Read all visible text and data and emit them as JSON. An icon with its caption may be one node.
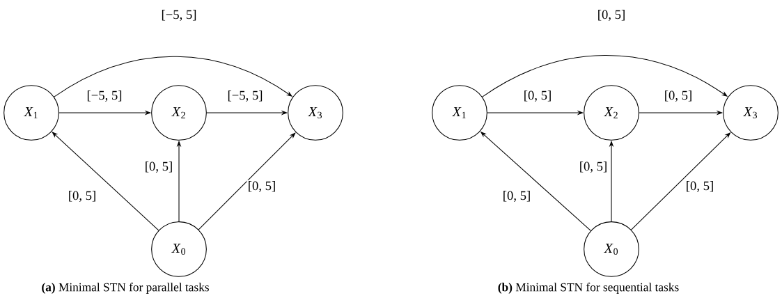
{
  "diagram": {
    "nodes": [
      {
        "text": [
          "*X*$_{1}$"
        ]
      },
      {
        "text": [
          "*X*$_{2}$"
        ]
      },
      {
        "text": [
          "*X*$_{3}$"
        ]
      },
      {
        "text": [
          "*X*$_{0}$"
        ]
      },
      {
        "text": [
          "*X*$_{1}$"
        ]
      },
      {
        "text": [
          "*X*$_{2}$"
        ]
      },
      {
        "text": [
          "*X*$_{3}$"
        ]
      },
      {
        "text": [
          "*X*$_{0}$"
        ]
      }
    ],
    "edges": [
      {
        "from": 0,
        "to": 2,
        "arrow": "to",
        "label": "[−5, 5]"
      },
      {
        "from": 0,
        "to": 1,
        "arrow": "to",
        "label": "[−5, 5]"
      },
      {
        "from": 1,
        "to": 2,
        "arrow": "to",
        "label": "[−5, 5]"
      },
      {
        "from": 3,
        "to": 0,
        "arrow": "to",
        "label": "[0, 5]"
      },
      {
        "from": 3,
        "to": 1,
        "arrow": "to",
        "label": "[0, 5]"
      },
      {
        "from": 3,
        "to": 2,
        "arrow": "to",
        "label": "[0, 5]"
      },
      {
        "from": 4,
        "to": 6,
        "arrow": "to",
        "label": "[0, 5]"
      },
      {
        "from": 4,
        "to": 5,
        "arrow": "to",
        "label": "[0, 5]"
      },
      {
        "from": 5,
        "to": 6,
        "arrow": "to",
        "label": "[0, 5]"
      },
      {
        "from": 7,
        "to": 4,
        "arrow": "to",
        "label": "[0, 5]"
      },
      {
        "from": 7,
        "to": 5,
        "arrow": "to",
        "label": "[0, 5]"
      },
      {
        "from": 7,
        "to": 6,
        "arrow": "to",
        "label": "[0, 5]"
      }
    ],
    "labels": [
      "**(a)** Minimal STN for parallel tasks",
      "**(b)** Minimal STN for sequential tasks"
    ]
  }
}
